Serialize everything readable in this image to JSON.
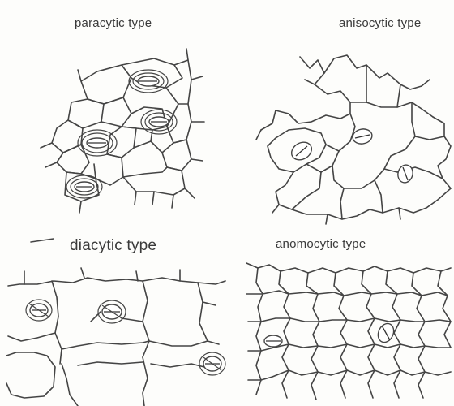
{
  "panels": {
    "paracytic": {
      "label": "paracytic type"
    },
    "anisocytic": {
      "label": "anisocytic type"
    },
    "diacytic": {
      "label": "diacytic type"
    },
    "anomocytic": {
      "label": "anomocytic  type"
    }
  },
  "colors": {
    "line": "#444444",
    "text": "#3a3a3a",
    "background": "#fdfdfb"
  }
}
